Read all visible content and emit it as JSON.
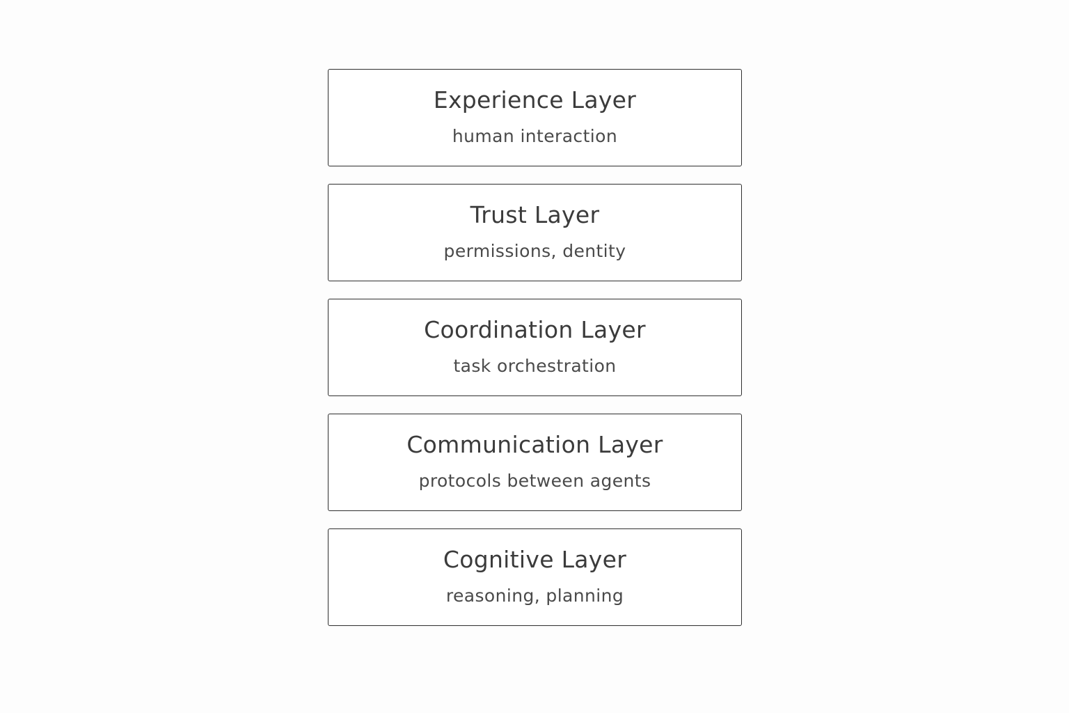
{
  "layers": [
    {
      "title": "Experience Layer",
      "subtitle": "human interaction"
    },
    {
      "title": "Trust Layer",
      "subtitle": "permissions, dentity"
    },
    {
      "title": "Coordination Layer",
      "subtitle": "task orchestration"
    },
    {
      "title": "Communication Layer",
      "subtitle": "protocols between agents"
    },
    {
      "title": "Cognitive Layer",
      "subtitle": "reasoning, planning"
    }
  ],
  "colors": {
    "background": "#fdfdfd",
    "box_border": "#2e2e2e",
    "text": "#3b3b3b"
  }
}
